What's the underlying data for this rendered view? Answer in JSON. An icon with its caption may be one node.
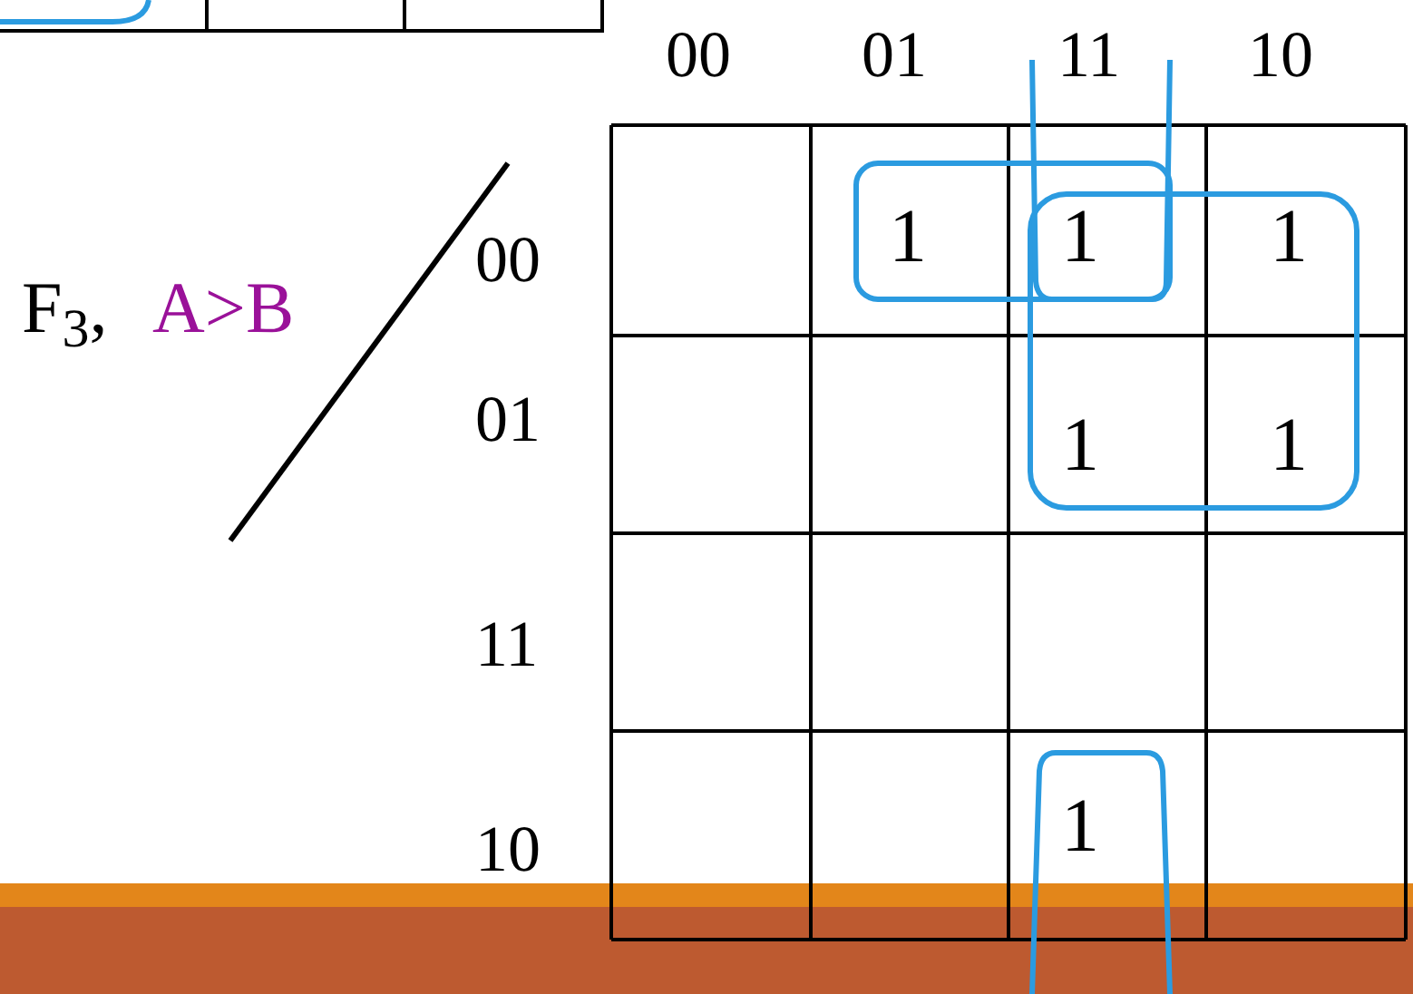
{
  "diagram": {
    "labels": [
      "00",
      "01",
      "11",
      "10",
      "F$_{3}$,",
      "A>B",
      "00",
      "1",
      "1",
      "1",
      "01",
      "1",
      "1",
      "11",
      "10",
      "1"
    ]
  }
}
